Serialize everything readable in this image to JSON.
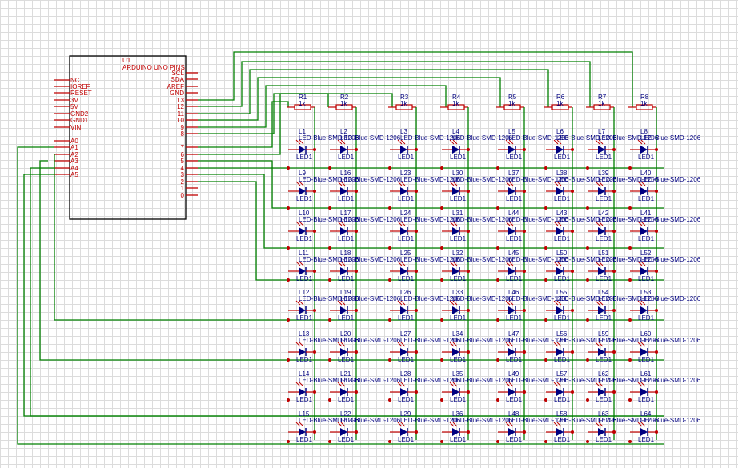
{
  "schematic": {
    "chip": {
      "ref": "U1",
      "name": "ARDUINO UNO PINS",
      "left_pins": [
        "NC",
        "IOREF",
        "RESET",
        "3V",
        "5V",
        "GND2",
        "GND1",
        "VIN"
      ],
      "analog_pins": [
        "A0",
        "A1",
        "A2",
        "A3",
        "A4",
        "A5"
      ],
      "right_top_pins": [
        "SCL",
        "SDA",
        "AREF",
        "GND",
        "13",
        "12",
        "11",
        "10",
        "9",
        "8"
      ],
      "right_bottom_pins": [
        "7",
        "6",
        "5",
        "4",
        "3",
        "2",
        "1",
        "0"
      ]
    },
    "resistors": [
      {
        "ref": "R1",
        "value": "1k"
      },
      {
        "ref": "R2",
        "value": "1k"
      },
      {
        "ref": "R3",
        "value": "1k"
      },
      {
        "ref": "R4",
        "value": "1k"
      },
      {
        "ref": "R5",
        "value": "1k"
      },
      {
        "ref": "R6",
        "value": "1k"
      },
      {
        "ref": "R7",
        "value": "1k"
      },
      {
        "ref": "R8",
        "value": "1k"
      }
    ],
    "led_part": "LED-Blue-SMD-1206",
    "led_value": "LED1",
    "led_refs": [
      [
        "L1",
        "L2",
        "L3",
        "L4",
        "L5",
        "L6",
        "L7",
        "L8"
      ],
      [
        "L9",
        "L16",
        "L23",
        "L30",
        "L37",
        "L38",
        "L39",
        "L40"
      ],
      [
        "L10",
        "L17",
        "L24",
        "L31",
        "L44",
        "L43",
        "L42",
        "L41"
      ],
      [
        "L11",
        "L18",
        "L25",
        "L32",
        "L45",
        "L50",
        "L51",
        "L52"
      ],
      [
        "L12",
        "L19",
        "L26",
        "L33",
        "L46",
        "L55",
        "L54",
        "L53"
      ],
      [
        "L13",
        "L20",
        "L27",
        "L34",
        "L47",
        "L56",
        "L59",
        "L60"
      ],
      [
        "L14",
        "L21",
        "L28",
        "L35",
        "L49",
        "L57",
        "L62",
        "L61"
      ],
      [
        "L15",
        "L22",
        "L29",
        "L36",
        "L48",
        "L58",
        "L63",
        "L64"
      ]
    ],
    "colors": {
      "wire": "#008000",
      "pin": "#c00000",
      "body": "#000000",
      "led": "#000080",
      "junction": "#c00000",
      "text": "#000080"
    }
  }
}
